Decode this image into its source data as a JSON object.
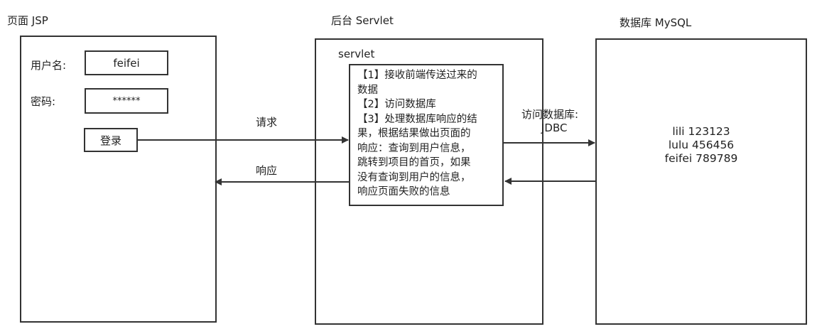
{
  "jsp": {
    "title": "页面    JSP",
    "username_label": "用户名:",
    "username_value": "feifei",
    "password_label": "密码:",
    "password_value": "******",
    "login_button": "登录"
  },
  "servlet": {
    "title": "后台   Servlet",
    "inner_label": "servlet",
    "steps": [
      "【1】接收前端传送过来的",
      "数据",
      "【2】访问数据库",
      "【3】处理数据库响应的结",
      "果，根据结果做出页面的",
      "响应：查询到用户信息，",
      "跳转到项目的首页，如果",
      "没有查询到用户的信息，",
      "响应页面失败的信息"
    ]
  },
  "database": {
    "title": "数据库     MySQL",
    "rows": [
      "lili  123123",
      "lulu 456456",
      "feifei 789789"
    ]
  },
  "arrows": {
    "request_label": "请求",
    "response_label": "响应",
    "db_access_label": "访问数据库:",
    "db_access_sub": "JDBC"
  }
}
